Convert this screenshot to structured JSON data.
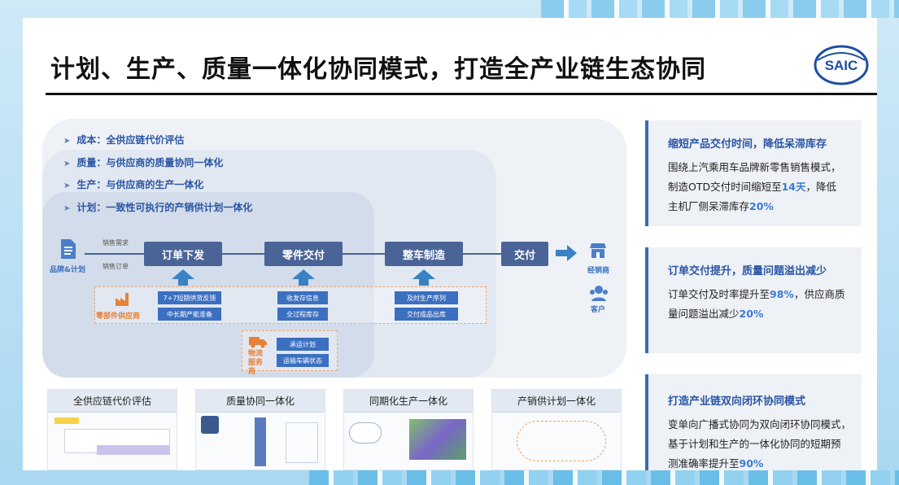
{
  "title": "计划、生产、质量一体化协同模式，打造全产业链生态协同",
  "logo_text": "SAIC",
  "goals": [
    {
      "key": "成本：",
      "text": "全供应链代价评估"
    },
    {
      "key": "质量：",
      "text": "与供应商的质量协同一体化"
    },
    {
      "key": "生产：",
      "text": "与供应商的生产一体化"
    },
    {
      "key": "计划：",
      "text": "一致性可执行的产销供计划一体化"
    }
  ],
  "flow": {
    "left_label": "品牌&计划",
    "demand_top": "销售需求",
    "demand_bottom": "销售订单",
    "steps": [
      "订单下发",
      "零件交付",
      "整车制造",
      "交付"
    ],
    "dealer": "经销商",
    "customer": "客户",
    "supplier": "零部件供应商",
    "supplier_items_1": [
      "7+7短期供货反馈",
      "中长期产能准备"
    ],
    "supplier_items_2": [
      "收发存信息",
      "全过程库存"
    ],
    "supplier_items_3": [
      "及时生产序列",
      "交付成品出库"
    ],
    "logistics": "物流服务商",
    "logistics_items": [
      "承运计划",
      "运输车辆状态"
    ]
  },
  "thumbs": [
    "全供应链代价评估",
    "质量协同一体化",
    "同期化生产一体化",
    "产销供计划一体化"
  ],
  "side": [
    {
      "heading": "缩短产品交付时间，降低呆滞库存",
      "lines": [
        [
          {
            "t": "围绕上汽乘用车品牌新零售销售模式，"
          }
        ],
        [
          {
            "t": "制造OTD交付时间缩短至"
          },
          {
            "t": "14天",
            "hl": true
          },
          {
            "t": "，降低"
          }
        ],
        [
          {
            "t": "主机厂侧呆滞库存"
          },
          {
            "t": "20%",
            "hl": true
          }
        ]
      ]
    },
    {
      "heading": "订单交付提升，质量问题溢出减少",
      "lines": [
        [
          {
            "t": "订单交付及时率提升至"
          },
          {
            "t": "98%",
            "hl": true
          },
          {
            "t": "，供应商质"
          }
        ],
        [
          {
            "t": "量问题溢出减少"
          },
          {
            "t": "20%",
            "hl": true
          }
        ]
      ]
    },
    {
      "heading": "打造产业链双向闭环协同模式",
      "lines": [
        [
          {
            "t": "变单向广播式协同为双向闭环协同模式，"
          }
        ],
        [
          {
            "t": "基于计划和生产的一体化协同的短期预"
          }
        ],
        [
          {
            "t": "测准确率提升至"
          },
          {
            "t": "90%",
            "hl": true
          }
        ]
      ]
    }
  ],
  "colors": {
    "accent": "#2a55a4",
    "step": "#4a6498",
    "highlight": "#3a7bd5",
    "supplier": "#e8813a"
  }
}
